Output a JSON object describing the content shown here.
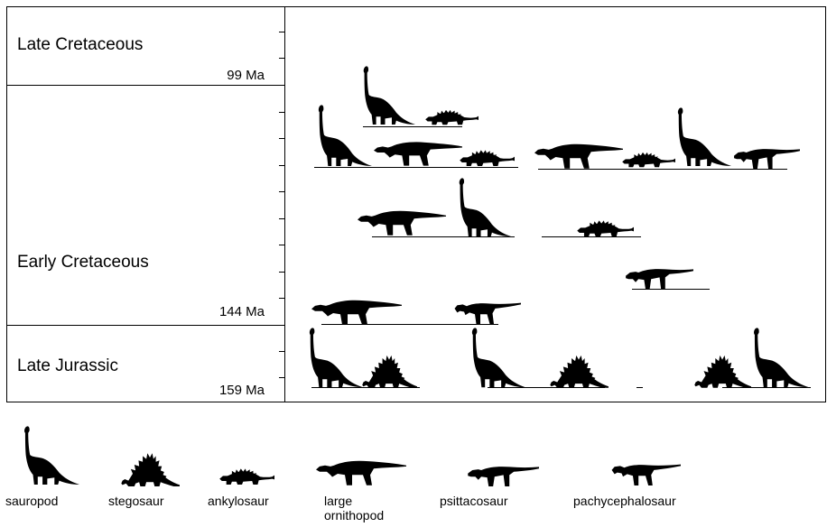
{
  "periods": [
    {
      "name": "Late Cretaceous",
      "age": "99 Ma"
    },
    {
      "name": "Early Cretaceous",
      "age": "144 Ma"
    },
    {
      "name": "Late Jurassic",
      "age": "159 Ma"
    }
  ],
  "legend": [
    {
      "id": "sauropod",
      "label": "sauropod"
    },
    {
      "id": "stegosaur",
      "label": "stegosaur"
    },
    {
      "id": "ankylosaur",
      "label": "ankylosaur"
    },
    {
      "id": "ornithopod",
      "label": "large\nornithopod"
    },
    {
      "id": "psittacosaur",
      "label": "psittacosaur"
    },
    {
      "id": "pachycephalosaur",
      "label": "pachycephalosaur"
    }
  ],
  "colors": {
    "ink": "#000000",
    "background": "#ffffff"
  }
}
